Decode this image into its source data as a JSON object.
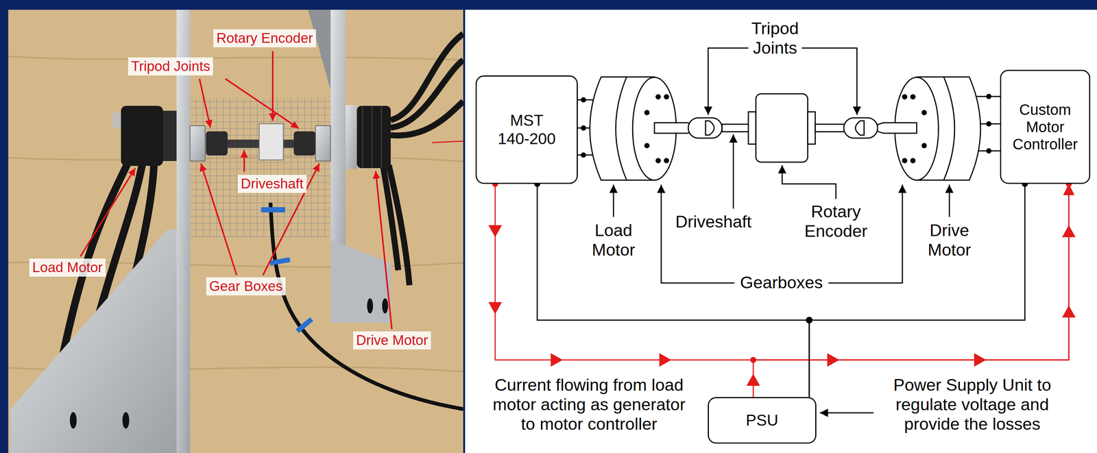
{
  "diagram": {
    "nodes": [
      {
        "text": [
          "MST 140-200"
        ]
      },
      {
        "text": [
          "Custom Motor Controller"
        ]
      },
      {
        "text": [
          "PSU"
        ]
      }
    ],
    "edges": [
      {
        "from": 0,
        "to": 1,
        "arrow": "to"
      },
      {
        "from": 2,
        "to": 1,
        "arrow": "to"
      },
      {
        "from": 0,
        "to": 2,
        "arrow": "none"
      },
      {
        "from": 1,
        "to": 2,
        "arrow": "none"
      }
    ],
    "labels": [
      "Rotary Encoder",
      "Tripod Joints",
      "Driveshaft",
      "Load Motor",
      "Gear Boxes",
      "Drive Motor",
      "Tripod Joints",
      "Driveshaft",
      "Rotary Encoder",
      "Load Motor",
      "Drive Motor",
      "Gearboxes",
      "Current flowing from load motor acting as generator to motor controller",
      "Power Supply Unit to regulate voltage and provide the losses"
    ]
  }
}
